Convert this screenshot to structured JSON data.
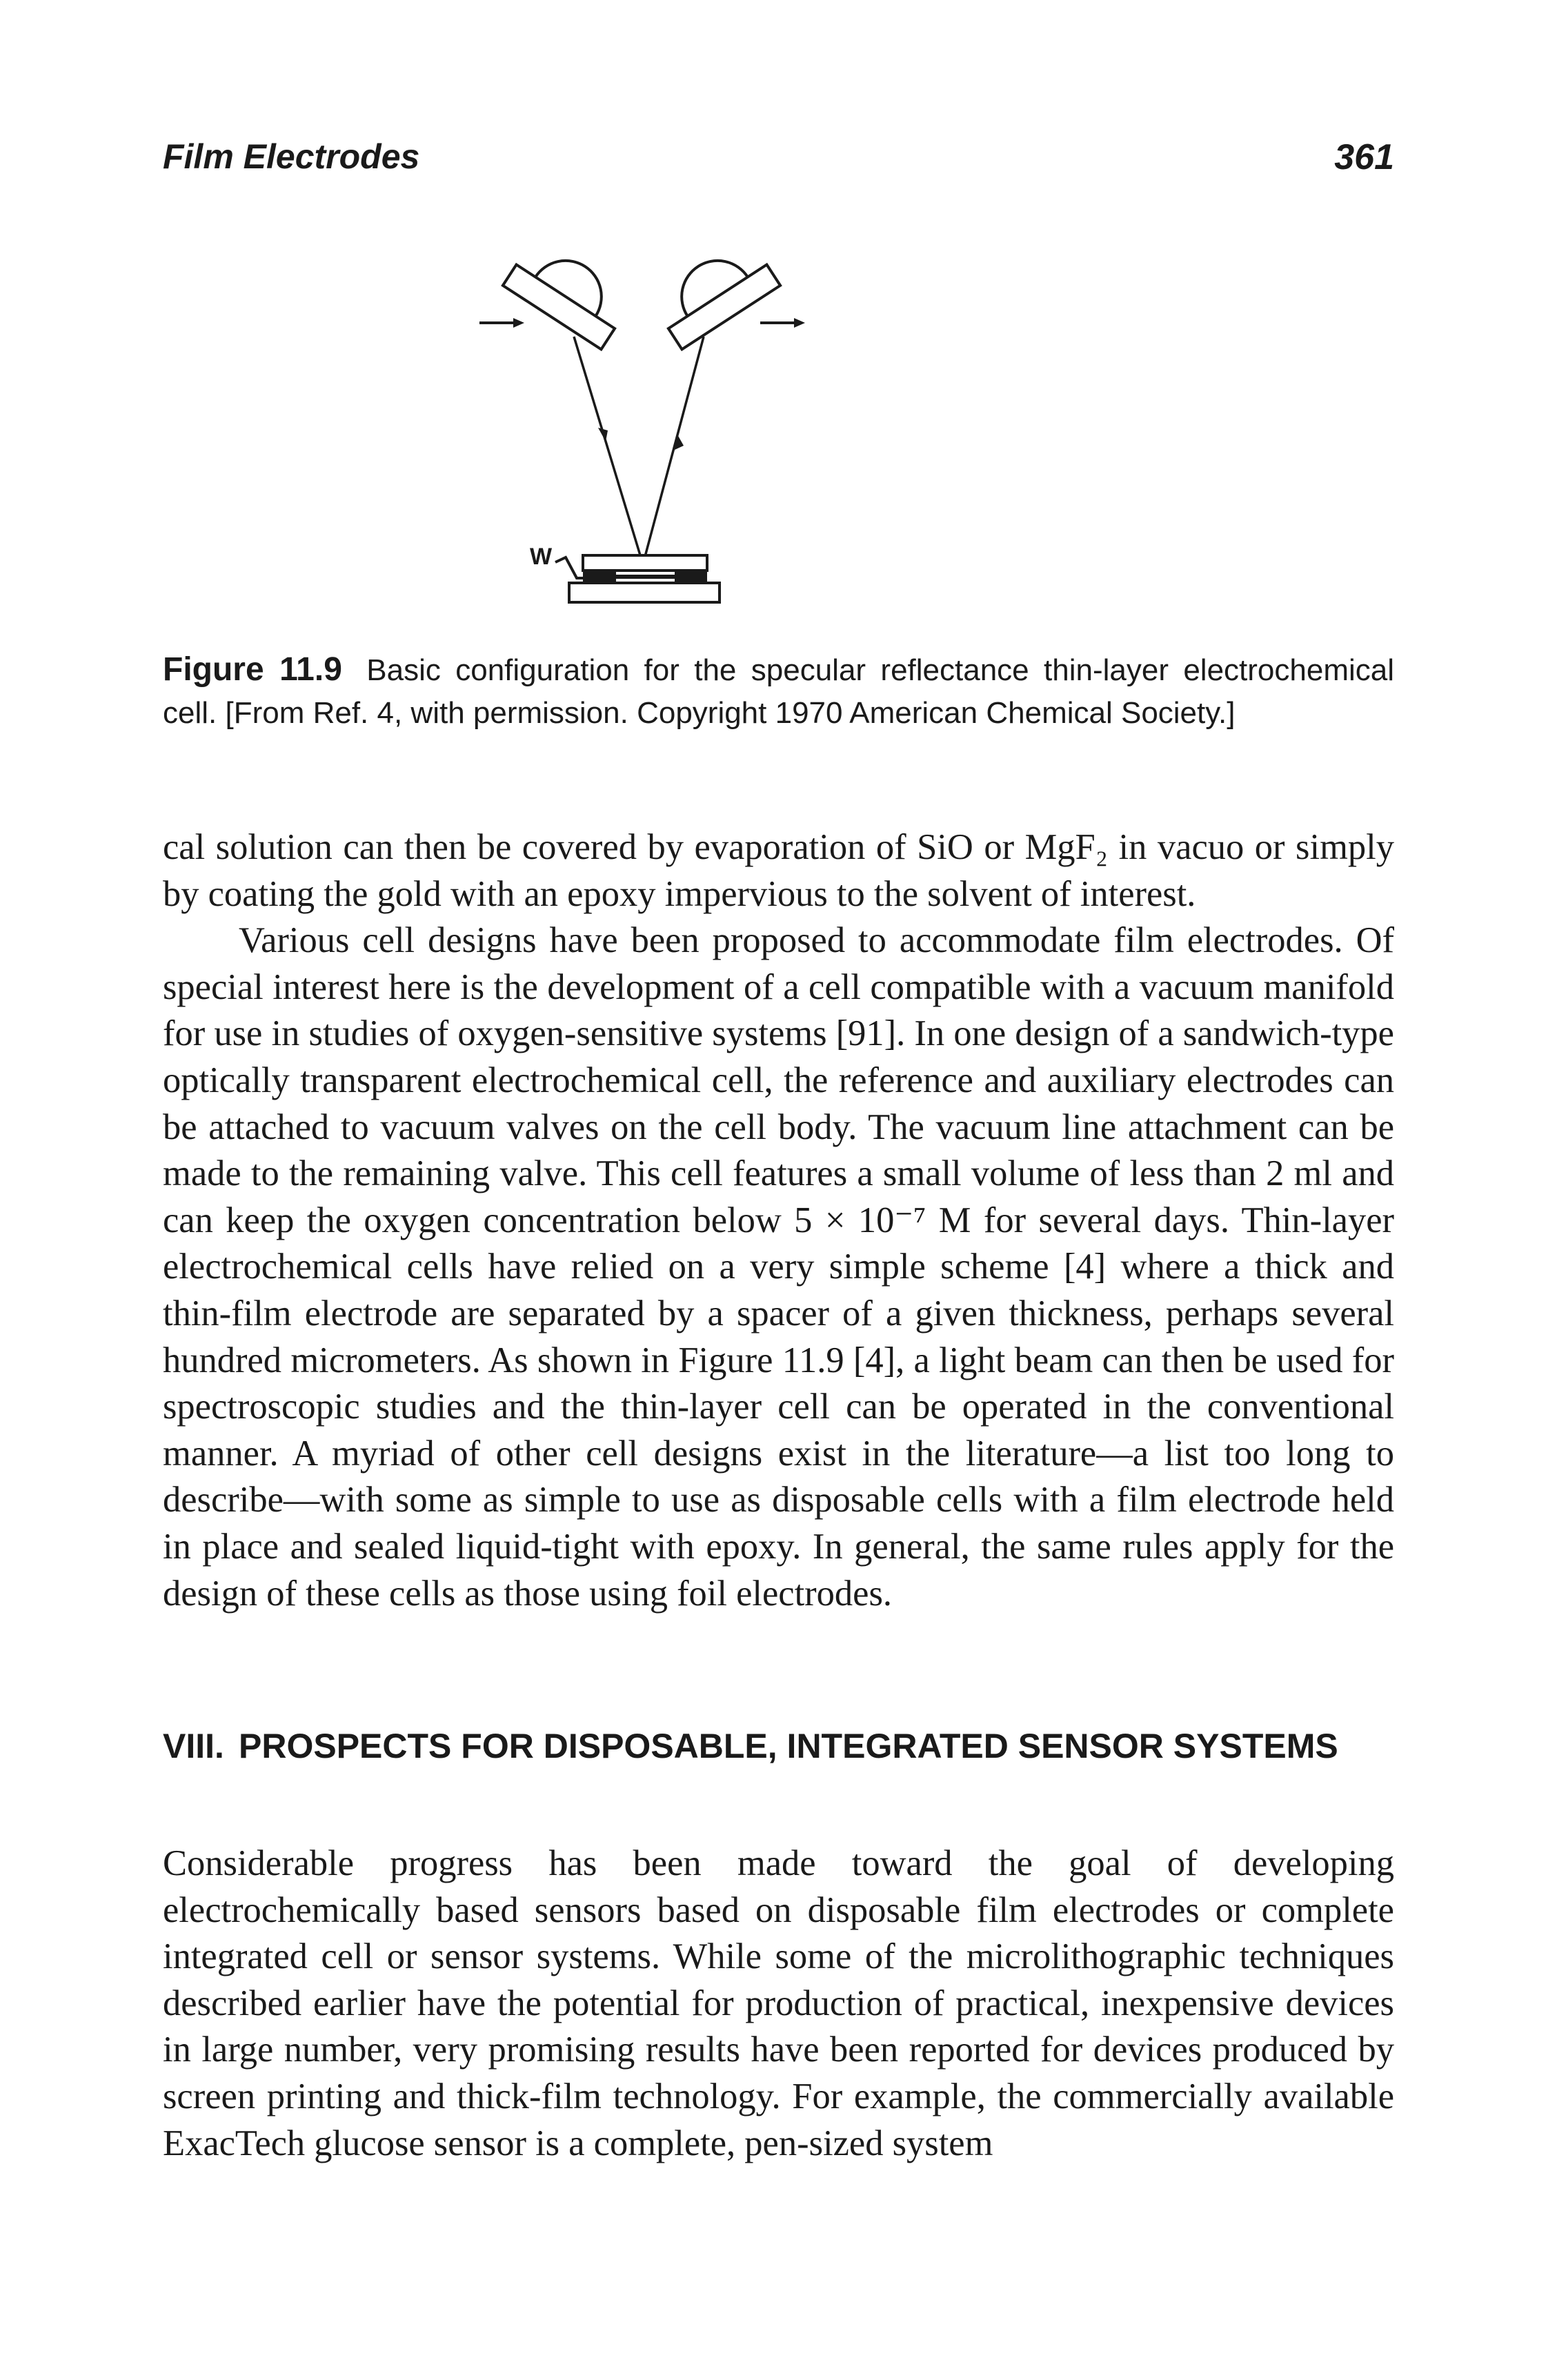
{
  "header": {
    "title": "Film Electrodes",
    "page_number": "361"
  },
  "figure": {
    "w_label": "W",
    "caption_label": "Figure 11.9",
    "caption_text": "Basic configuration for the specular reflectance thin-layer electrochemical cell. [From Ref. 4, with permission. Copyright 1970 American Chemical Society.]"
  },
  "body": {
    "paragraph_1": "cal solution can then be covered by evaporation of SiO or MgF₂ in vacuo or simply by coating the gold with an epoxy impervious to the solvent of interest.",
    "paragraph_2": "Various cell designs have been proposed to accommodate film electrodes. Of special interest here is the development of a cell compatible with a vacuum manifold for use in studies of oxygen-sensitive systems [91]. In one design of a sandwich-type optically transparent electrochemical cell, the reference and auxiliary electrodes can be attached to vacuum valves on the cell body. The vacuum line attachment can be made to the remaining valve. This cell features a small volume of less than 2 ml and can keep the oxygen concentration below 5 × 10⁻⁷ M for several days. Thin-layer electrochemical cells have relied on a very simple scheme [4] where a thick and thin-film electrode are separated by a spacer of a given thickness, perhaps several hundred micrometers. As shown in Figure 11.9 [4], a light beam can then be used for spectroscopic studies and the thin-layer cell can be operated in the conventional manner. A myriad of other cell designs exist in the literature—a list too long to describe—with some as simple to use as disposable cells with a film electrode held in place and sealed liquid-tight with epoxy. In general, the same rules apply for the design of these cells as those using foil electrodes."
  },
  "section": {
    "number": "VIII.",
    "title": "PROSPECTS FOR DISPOSABLE, INTEGRATED SENSOR SYSTEMS",
    "paragraph_1": "Considerable progress has been made toward the goal of developing electrochemically based sensors based on disposable film electrodes or complete integrated cell or sensor systems. While some of the microlithographic techniques described earlier have the potential for production of practical, inexpensive devices in large number, very promising results have been reported for devices produced by screen printing and thick-film technology. For example, the commercially available ExacTech glucose sensor is a complete, pen-sized system"
  }
}
